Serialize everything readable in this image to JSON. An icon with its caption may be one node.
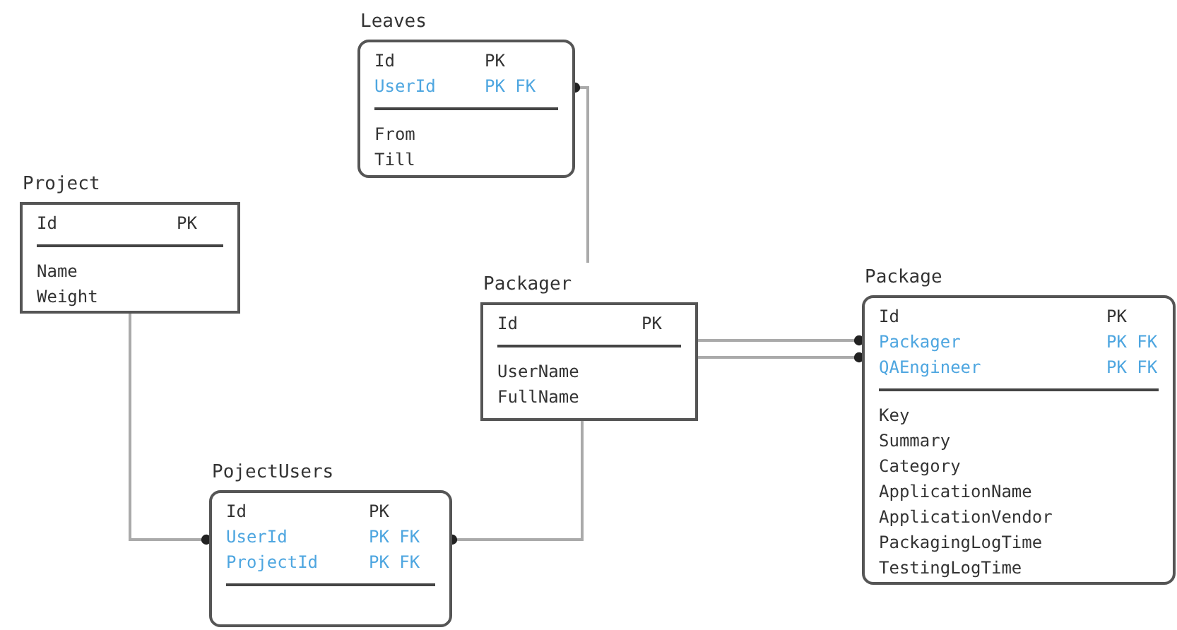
{
  "diagram": {
    "nodes": [
      {
        "text": [
          "Leaves",
          "Id",
          "PK",
          "UserId",
          "PK FK",
          "From",
          "Till"
        ]
      },
      {
        "text": [
          "Project",
          "Id",
          "PK",
          "Name",
          "Weight"
        ]
      },
      {
        "text": [
          "Packager",
          "Id",
          "PK",
          "UserName",
          "FullName"
        ]
      },
      {
        "text": [
          "Package",
          "Id",
          "PK",
          "Packager",
          "PK FK",
          "QAEngineer",
          "PK FK",
          "Key",
          "Summary",
          "Category",
          "ApplicationName",
          "ApplicationVendor",
          "PackagingLogTime",
          "TestingLogTime"
        ]
      },
      {
        "text": [
          "PojectUsers",
          "Id",
          "PK",
          "UserId",
          "PK FK",
          "ProjectId",
          "PK FK"
        ]
      }
    ],
    "edges": [
      {
        "from": 2,
        "to": 0,
        "arrow": "other"
      },
      {
        "from": 1,
        "to": 4,
        "arrow": "other"
      },
      {
        "from": 2,
        "to": 4,
        "arrow": "other"
      },
      {
        "from": 2,
        "to": 3,
        "arrow": "other"
      },
      {
        "from": 2,
        "to": 3,
        "arrow": "other"
      }
    ]
  }
}
